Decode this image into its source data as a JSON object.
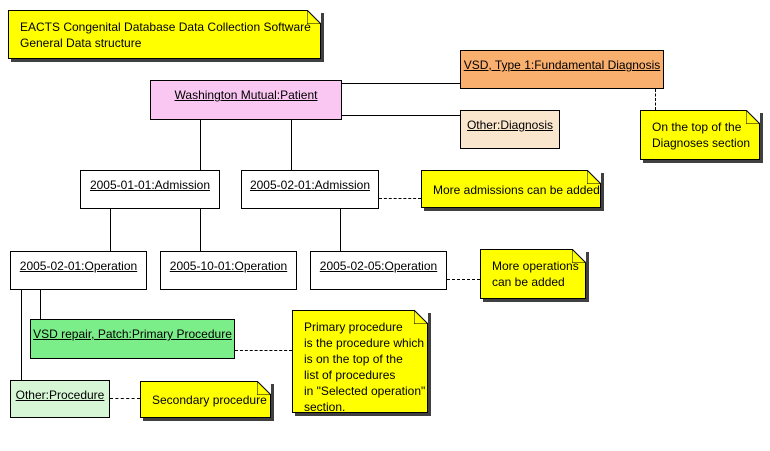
{
  "colors": {
    "note_fill": "#FFFF00",
    "border": "#000000",
    "background": "#FFFFFF",
    "patient_fill": "#F9C7F2",
    "fundamental_diagnosis_fill": "#F9AF6E",
    "other_diagnosis_fill": "#FAE5CD",
    "admission_fill": "#FFFFFF",
    "operation_fill": "#FFFFFF",
    "primary_procedure_fill": "#7BED89",
    "other_procedure_fill": "#D6F6D6"
  },
  "objects": [
    {
      "id": "patient",
      "label": "Washington Mutual:Patient",
      "fill": "#F9C7F2"
    },
    {
      "id": "fundamental-diagnosis",
      "label": "VSD, Type 1:Fundamental Diagnosis",
      "fill": "#F9AF6E"
    },
    {
      "id": "other-diagnosis",
      "label": "Other:Diagnosis",
      "fill": "#FAE5CD"
    },
    {
      "id": "admission-1",
      "label": "2005-01-01:Admission",
      "fill": "#FFFFFF"
    },
    {
      "id": "admission-2",
      "label": "2005-02-01:Admission",
      "fill": "#FFFFFF"
    },
    {
      "id": "operation-1",
      "label": "2005-02-01:Operation",
      "fill": "#FFFFFF"
    },
    {
      "id": "operation-2",
      "label": "2005-10-01:Operation",
      "fill": "#FFFFFF"
    },
    {
      "id": "operation-3",
      "label": "2005-02-05:Operation",
      "fill": "#FFFFFF"
    },
    {
      "id": "primary-procedure",
      "label": "VSD repair, Patch:Primary Procedure",
      "fill": "#7BED89"
    },
    {
      "id": "other-procedure",
      "label": "Other:Procedure",
      "fill": "#D6F6D6"
    }
  ],
  "notes": [
    {
      "id": "title",
      "lines": [
        "EACTS Congenital Database Data Collection Software",
        "General Data structure"
      ]
    },
    {
      "id": "diagnoses",
      "lines": [
        "On the top of the",
        "Diagnoses section"
      ]
    },
    {
      "id": "admissions",
      "lines": [
        "More admissions can be added"
      ]
    },
    {
      "id": "operations",
      "lines": [
        "More operations",
        "can be added"
      ]
    },
    {
      "id": "primary",
      "lines": [
        "Primary procedure",
        "is the procedure which",
        "is on the top of the",
        "list of procedures",
        "in \"Selected operation\"",
        "section."
      ]
    },
    {
      "id": "secondary",
      "lines": [
        "Secondary procedure"
      ]
    }
  ]
}
